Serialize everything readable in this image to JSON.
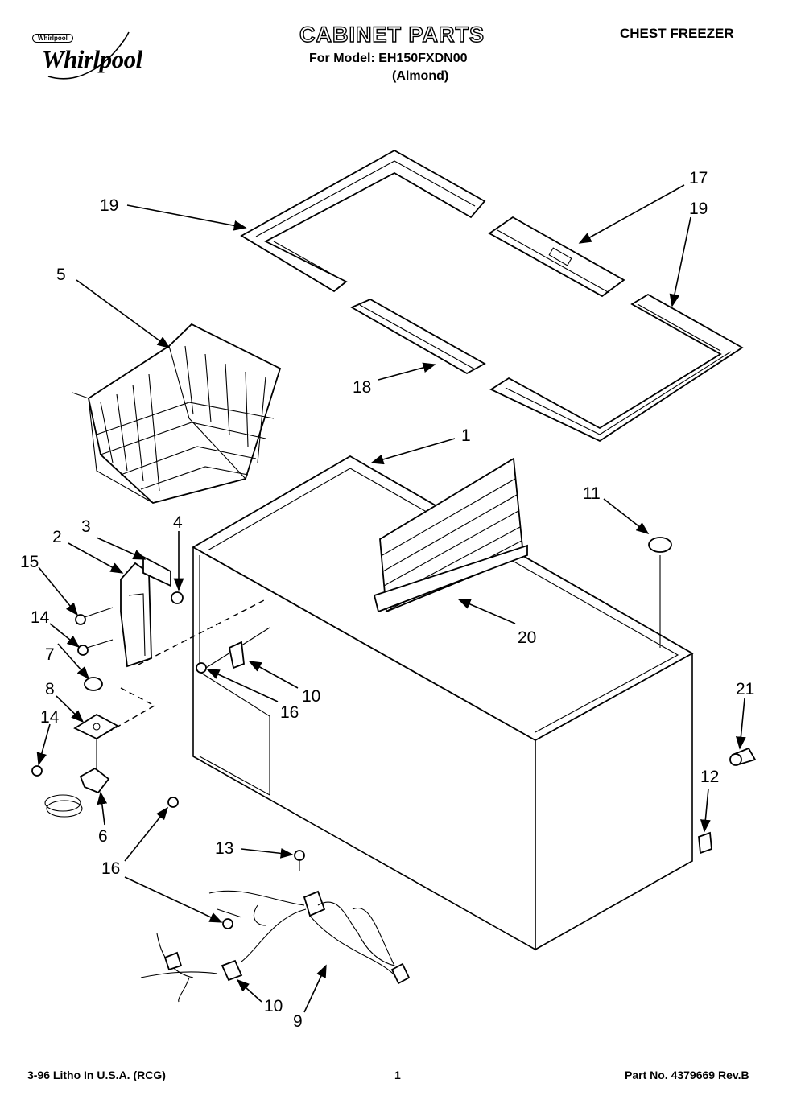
{
  "header": {
    "brand_badge": "Whirlpool",
    "brand": "Whirlpool",
    "title": "CABINET PARTS",
    "model_line": "For Model: EH150FXDN00",
    "color_line": "(Almond)",
    "category": "CHEST FREEZER"
  },
  "callouts": {
    "p1": "1",
    "p2": "2",
    "p3": "3",
    "p4": "4",
    "p5": "5",
    "p6": "6",
    "p7": "7",
    "p8": "8",
    "p9": "9",
    "p10a": "10",
    "p10b": "10",
    "p11": "11",
    "p12": "12",
    "p13": "13",
    "p14a": "14",
    "p14b": "14",
    "p15": "15",
    "p16a": "16",
    "p16b": "16",
    "p17": "17",
    "p18": "18",
    "p19a": "19",
    "p19b": "19",
    "p20": "20",
    "p21": "21"
  },
  "footer": {
    "litho": "3-96 Litho In U.S.A. (RCG)",
    "page": "1",
    "part_no": "Part No. 4379669 Rev.B"
  }
}
